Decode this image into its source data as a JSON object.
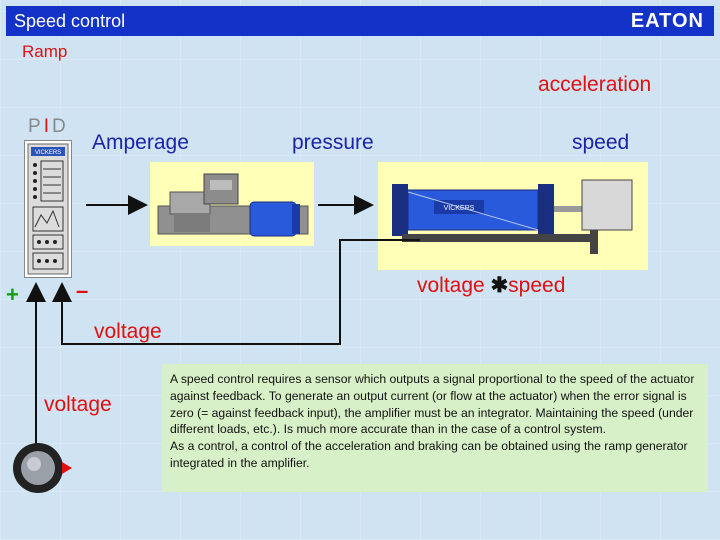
{
  "header": {
    "title": "Speed control",
    "brand_logo": "EATON"
  },
  "labels": {
    "ramp": "Ramp",
    "acceleration": "acceleration",
    "pid_p": "P",
    "pid_i": "I",
    "pid_d": "D",
    "amperage": "Amperage",
    "pressure": "pressure",
    "speed": "speed",
    "voltage_speed_prefix": "voltage",
    "voltage_speed_suffix": "speed",
    "plus": "+",
    "minus": "–",
    "voltage_feedback": "voltage",
    "voltage_setpoint": "voltage"
  },
  "description": {
    "paragraph1": "A speed control requires a sensor which outputs a signal proportional to the speed of the actuator against feedback. To generate an output current (or flow at the actuator) when the error signal is zero (= against feedback input), the amplifier must be an integrator. Maintaining the speed (under different loads, etc.). Is much more accurate than in the case of a control system.",
    "paragraph2": "As a control, a control of the acceleration and braking can be obtained using the ramp generator integrated in the amplifier."
  },
  "components": {
    "amplifier_label": "VICKERS",
    "cylinder_label": "VICKERS"
  },
  "colors": {
    "title_bar": "#1232c8",
    "red_text": "#e01010",
    "blue_text": "#1a24a8",
    "text_panel": "#d8f0c8",
    "image_panel": "#ffffb8"
  }
}
